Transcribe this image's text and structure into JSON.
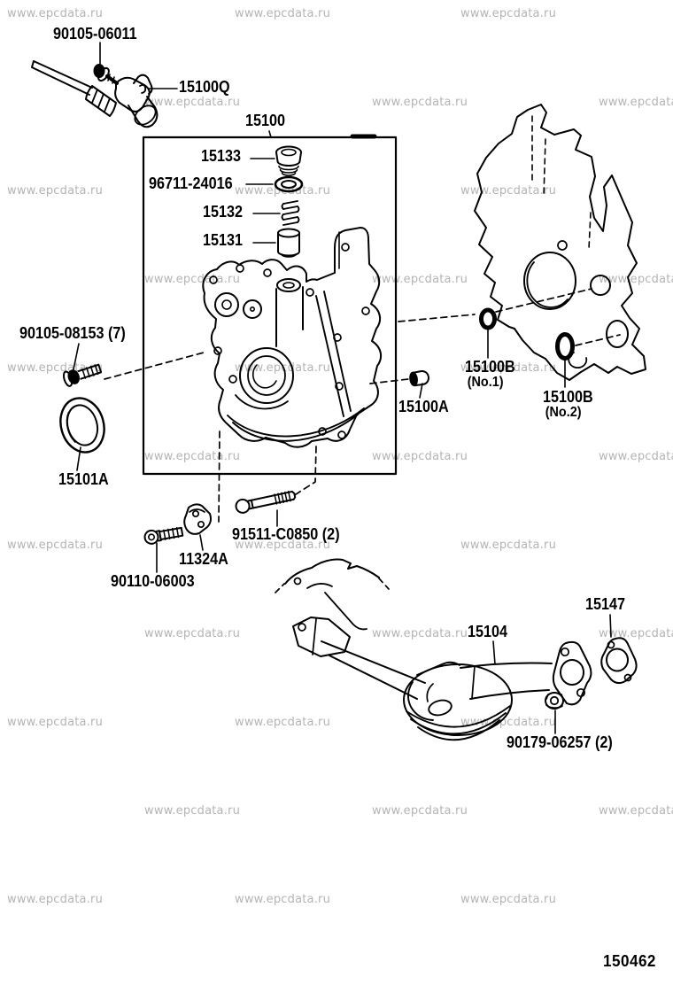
{
  "watermark": {
    "text": "www.epcdata.ru"
  },
  "figure_code": "150462",
  "parts": {
    "bolt_90105_06011": {
      "label": "90105-06011"
    },
    "sensor_15100q": {
      "label": "15100Q"
    },
    "pump_assembly_15100": {
      "label": "15100"
    },
    "plug_15133": {
      "label": "15133"
    },
    "gasket_96711_24016": {
      "label": "96711-24016"
    },
    "spring_15132": {
      "label": "15132"
    },
    "relief_valve_15131": {
      "label": "15131"
    },
    "bolt_90105_08153": {
      "label": "90105-08153 (7)"
    },
    "oil_seal_15101a": {
      "label": "15101A"
    },
    "plug_15100a": {
      "label": "15100A"
    },
    "oring_15100b_no1": {
      "label": "15100B",
      "sub": "(No.1)"
    },
    "oring_15100b_no2": {
      "label": "15100B",
      "sub": "(No.2)"
    },
    "stud_91511_c0850": {
      "label": "91511-C0850 (2)"
    },
    "bracket_11324a": {
      "label": "11324A"
    },
    "bolt_90110_06003": {
      "label": "90110-06003"
    },
    "strainer_15104": {
      "label": "15104"
    },
    "gasket_15147": {
      "label": "15147"
    },
    "nut_90179_06257": {
      "label": "90179-06257 (2)"
    }
  }
}
